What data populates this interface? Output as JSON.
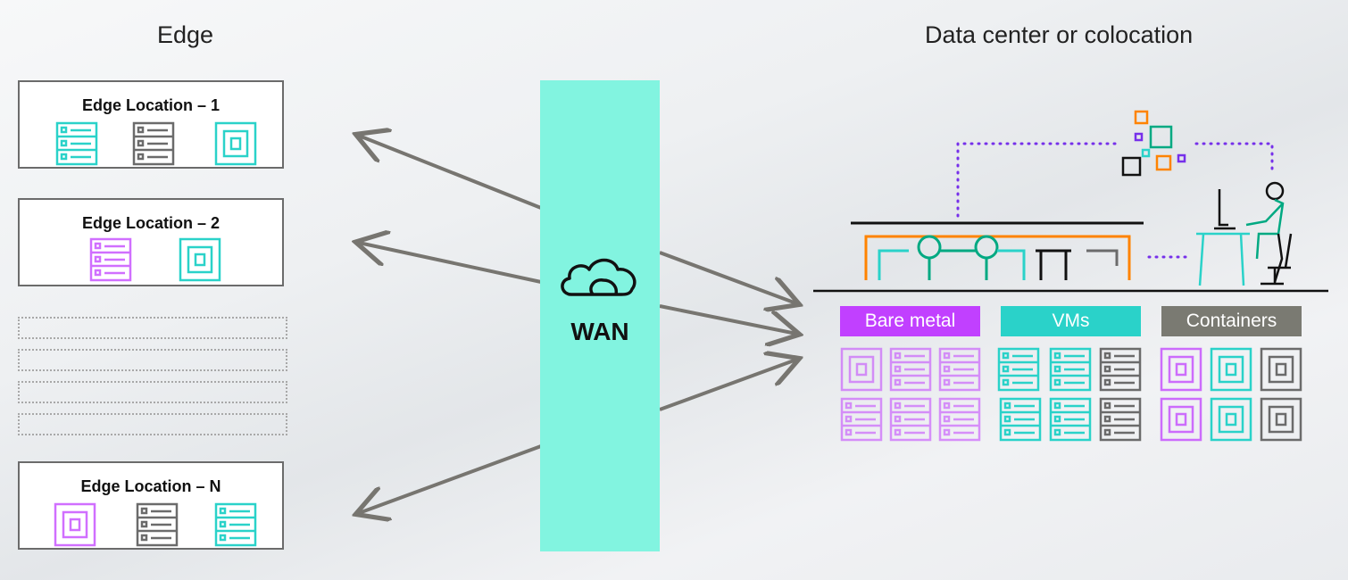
{
  "headings": {
    "edge": "Edge",
    "datacenter": "Data center or colocation"
  },
  "edge_locations": [
    {
      "title": "Edge Location – 1",
      "icons": [
        "server-icon",
        "server-icon",
        "container-icon"
      ],
      "colors": [
        "#2ad2c9",
        "#6b6b6b",
        "#2ad2c9"
      ]
    },
    {
      "title": "Edge Location – 2",
      "icons": [
        "server-icon",
        "container-icon"
      ],
      "colors": [
        "#c140ff",
        "#2ad2c9"
      ]
    },
    {
      "title": "Edge Location – N",
      "icons": [
        "container-icon",
        "server-icon",
        "server-icon"
      ],
      "colors": [
        "#c140ff",
        "#6b6b6b",
        "#2ad2c9"
      ]
    }
  ],
  "placeholder_locations": 4,
  "wan": {
    "label": "WAN",
    "color": "#82f4e0"
  },
  "categories": [
    {
      "label": "Bare metal",
      "color": "#c140ff"
    },
    {
      "label": "VMs",
      "color": "#2ad2c9"
    },
    {
      "label": "Containers",
      "color": "#7a7a72"
    }
  ],
  "colors": {
    "purple": "#c140ff",
    "teal": "#2ad2c9",
    "gray": "#6b6b6b",
    "orange": "#ff8300",
    "dot_purple": "#7630ea",
    "arrow": "#777570"
  }
}
